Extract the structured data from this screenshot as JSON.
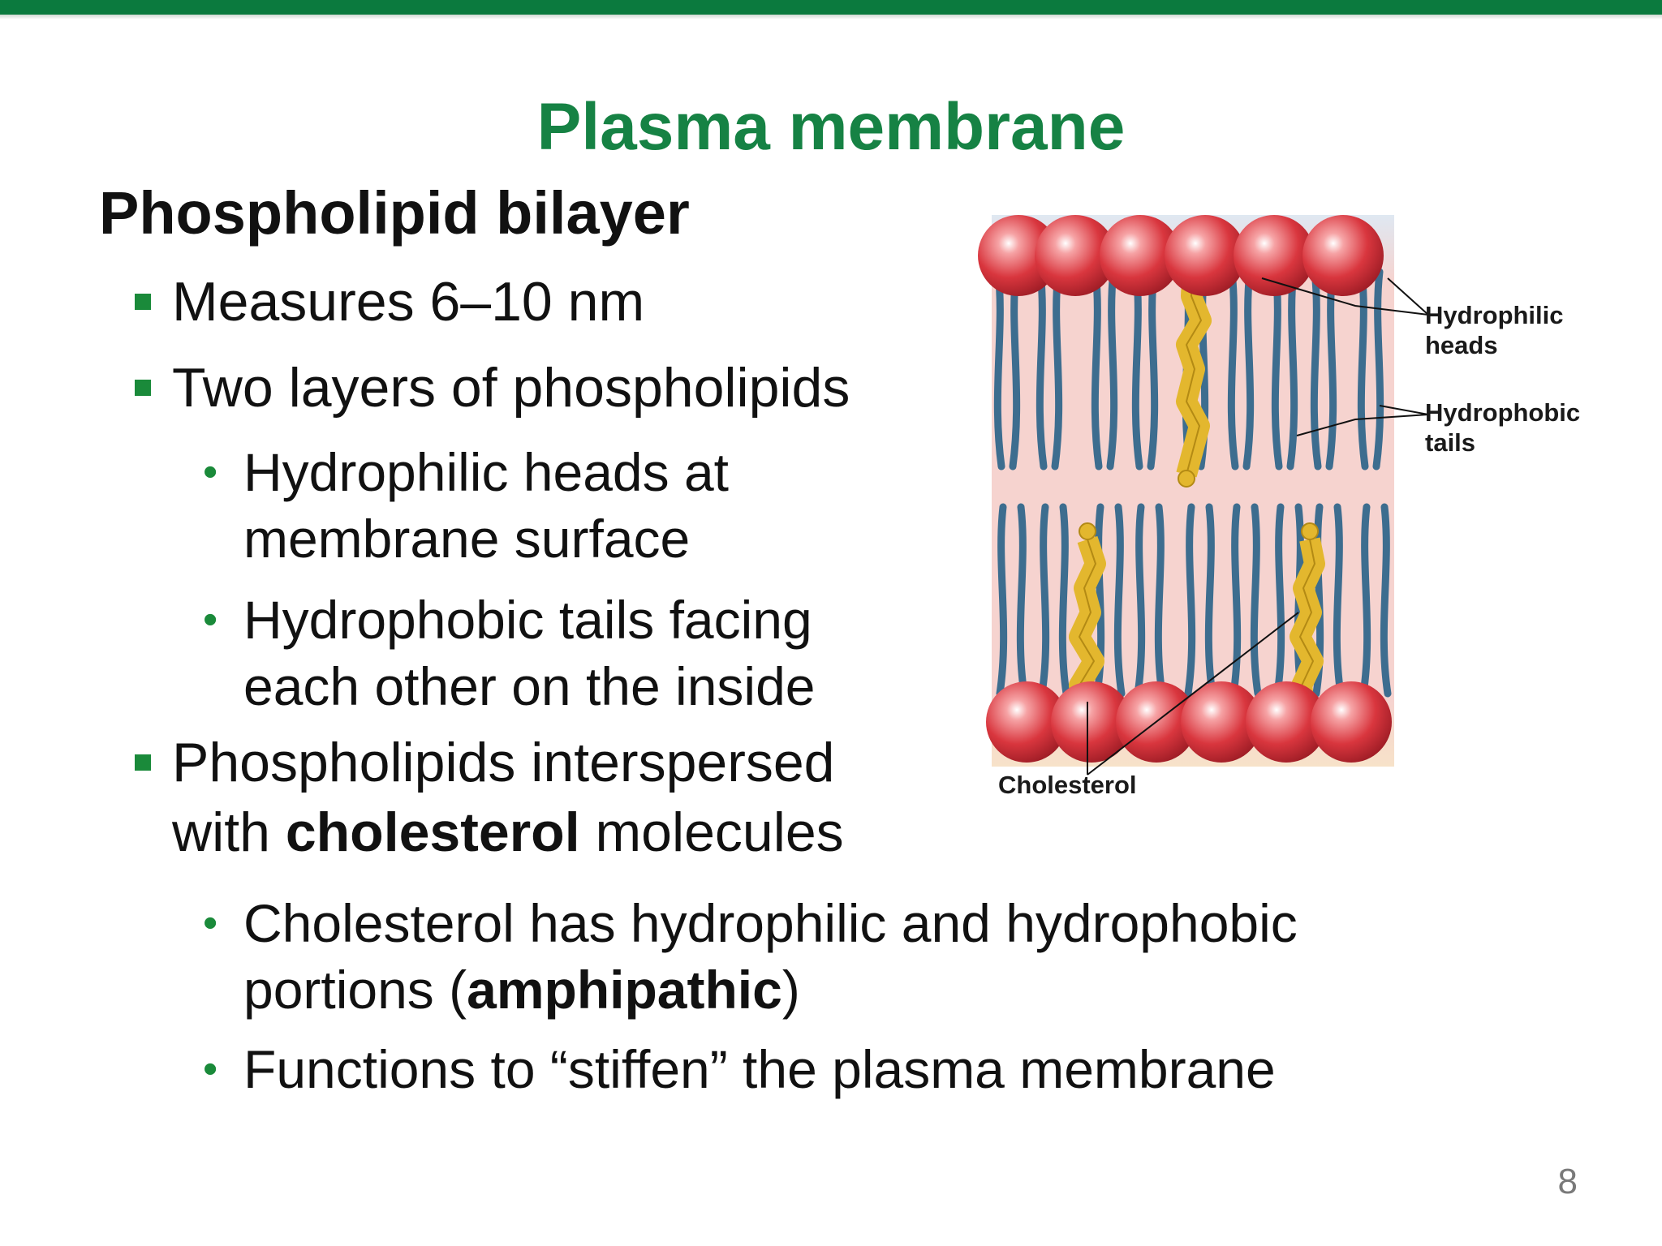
{
  "slide": {
    "title": "Plasma membrane",
    "heading": "Phospholipid bilayer",
    "page_number": "8",
    "accent_color": "#168244",
    "bar_color": "#0b7a3e"
  },
  "bullets": {
    "b1": "Measures 6–10 nm",
    "b2": "Two layers of phospholipids",
    "b2_1_line1": "Hydrophilic heads at",
    "b2_1_line2": "membrane surface",
    "b2_2_line1": "Hydrophobic tails facing",
    "b2_2_line2": "each other on the inside",
    "b3_line1": "Phospholipids interspersed",
    "b3_line2_pre": "with ",
    "b3_line2_bold": "cholesterol",
    "b3_line2_post": " molecules",
    "b3_1_line1": "Cholesterol has hydrophilic and hydrophobic",
    "b3_1_line2_pre": "portions (",
    "b3_1_line2_bold": "amphipathic",
    "b3_1_line2_post": ")",
    "b3_2": "Functions to “stiffen” the plasma membrane"
  },
  "figure": {
    "label_heads_1": "Hydrophilic",
    "label_heads_2": "heads",
    "label_tails_1": "Hydrophobic",
    "label_tails_2": "tails",
    "label_cholesterol": "Cholesterol",
    "colors": {
      "head": "#d9363e",
      "tail": "#3d6d8f",
      "cholesterol": "#e3b72e",
      "interior": "#f6d3cf"
    }
  }
}
